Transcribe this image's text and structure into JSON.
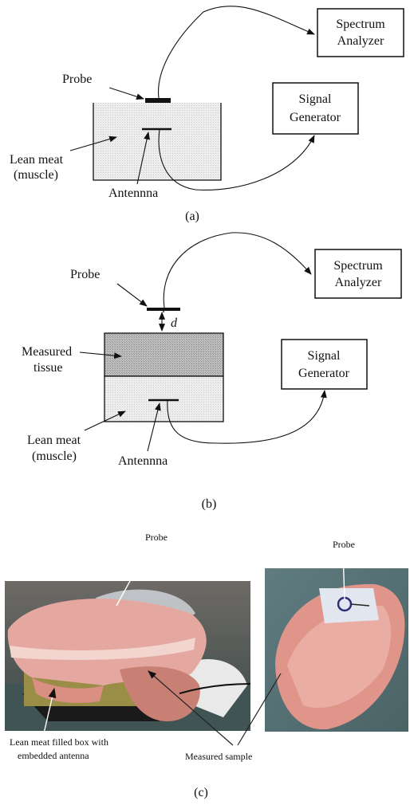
{
  "panel_a": {
    "label_probe": "Probe",
    "box_spectrum_l1": "Spectrum",
    "box_spectrum_l2": "Analyzer",
    "box_signal_l1": "Signal",
    "box_signal_l2": "Generator",
    "label_meat_l1": "Lean meat",
    "label_meat_l2": "(muscle)",
    "label_antenna": "Antennna",
    "caption": "(a)"
  },
  "panel_b": {
    "label_probe": "Probe",
    "label_d": "d",
    "box_spectrum_l1": "Spectrum",
    "box_spectrum_l2": "Analyzer",
    "box_signal_l1": "Signal",
    "box_signal_l2": "Generator",
    "label_tissue_l1": "Measured",
    "label_tissue_l2": "tissue",
    "label_meat_l1": "Lean meat",
    "label_meat_l2": "(muscle)",
    "label_antenna": "Antennna",
    "caption": "(b)"
  },
  "panel_c": {
    "label_probe_left": "Probe",
    "label_probe_right": "Probe",
    "label_box_l1": "Lean meat filled box with",
    "label_box_l2": "embedded antenna",
    "label_sample": "Measured sample",
    "caption": "(c)"
  }
}
